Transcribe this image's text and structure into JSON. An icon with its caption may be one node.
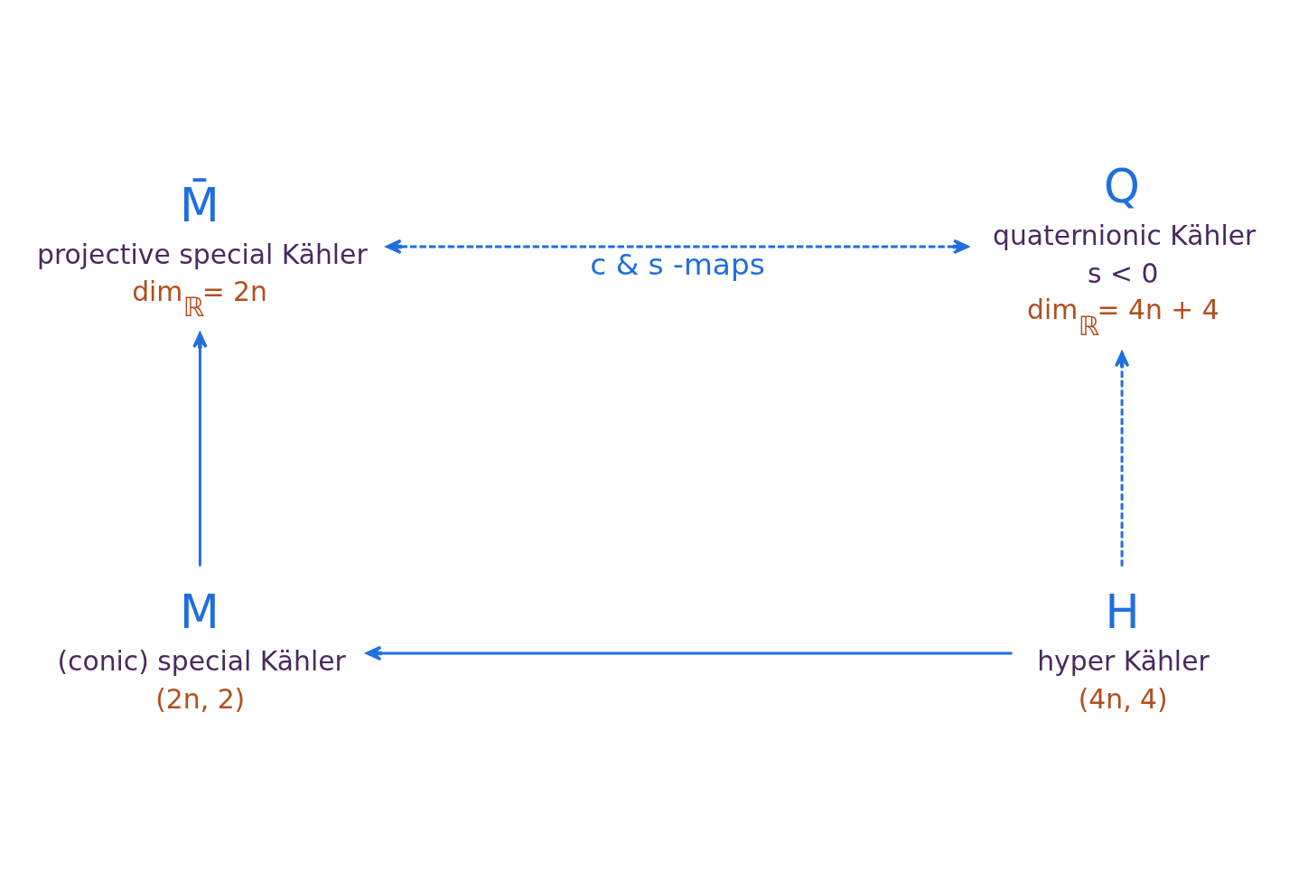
{
  "diagram": {
    "nodes": [
      {
        "text": [
          "M̄",
          "projective special Kähler",
          "dim$_{ℝ}$= 2n"
        ]
      },
      {
        "text": [
          "Q",
          "quaternionic Kähler",
          "s < 0",
          "dim$_{ℝ}$= 4n + 4"
        ]
      },
      {
        "text": [
          "M",
          "(conic) special Kähler",
          "(2n, 2)"
        ]
      },
      {
        "text": [
          "H",
          "hyper Kähler",
          "(4n, 4)"
        ]
      }
    ],
    "edges": [
      {
        "from": 0,
        "to": 1,
        "arrow": "both",
        "label": "c & s -maps",
        "style": "dashed"
      },
      {
        "from": 2,
        "to": 0,
        "arrow": "to"
      },
      {
        "from": 3,
        "to": 1,
        "arrow": "to",
        "style": "dashed"
      },
      {
        "from": 3,
        "to": 2,
        "arrow": "to"
      }
    ]
  }
}
